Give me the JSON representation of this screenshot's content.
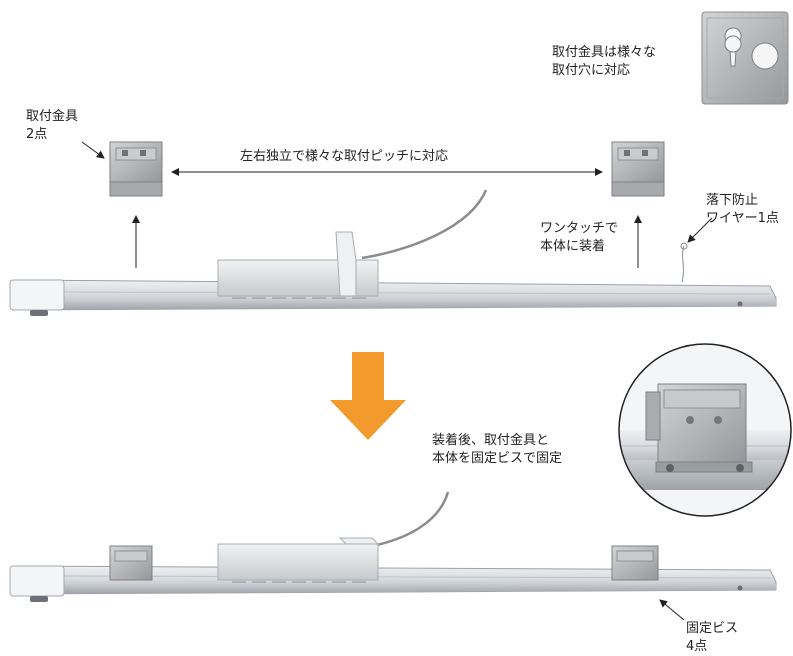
{
  "labels": {
    "bracket_count": [
      "取付金具",
      "2点"
    ],
    "hole_support": [
      "取付金具は様々な",
      "取付穴に対応"
    ],
    "independent": "左右独立で様々な取付ピッチに対応",
    "one_touch": [
      "ワンタッチで",
      "本体に装着"
    ],
    "fall_wire": [
      "落下防止",
      "ワイヤー1点"
    ],
    "after_mount": [
      "装着後、取付金具と",
      "本体を固定ビスで固定"
    ],
    "fixing_screws": [
      "固定ビス",
      "4点"
    ]
  },
  "colors": {
    "arrow_orange": "#f39a2c",
    "rail_light": "#e3e5e8",
    "rail_mid": "#c4c8cd",
    "rail_dark": "#9da2a8",
    "metal": "#b4b6b8",
    "metal_dark": "#8b8e91",
    "cable": "#8a8c90"
  }
}
